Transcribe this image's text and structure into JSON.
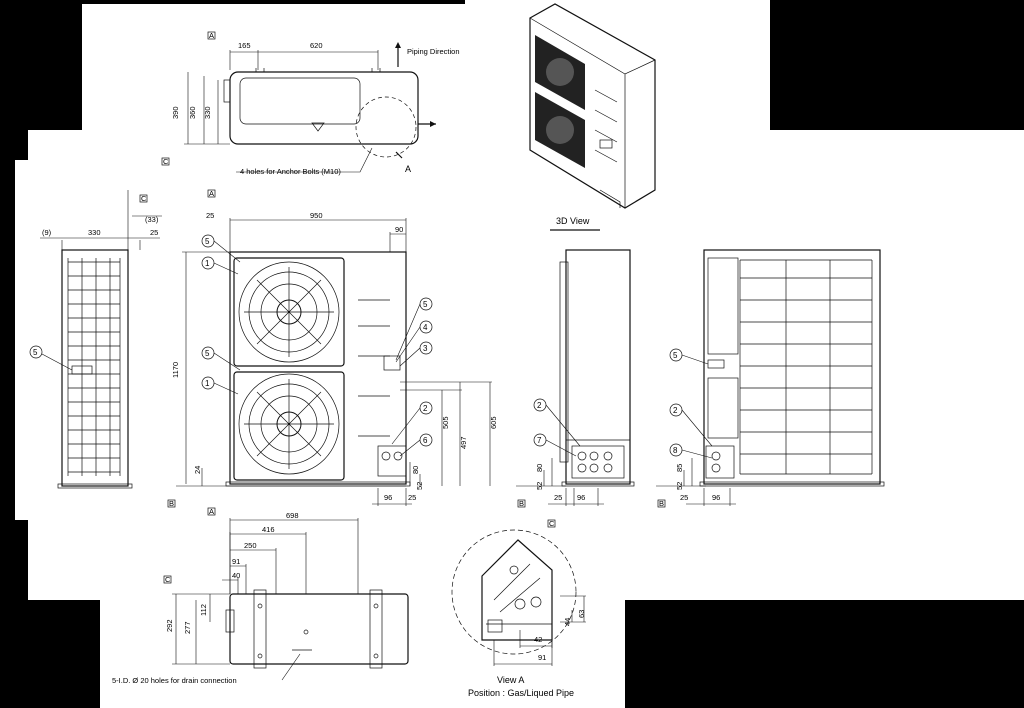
{
  "title": "",
  "top_view": {
    "dims": {
      "w165": "165",
      "w620": "620",
      "h390": "390",
      "h360": "360",
      "h330": "330"
    },
    "piping_direction": "Piping Direction",
    "anchor_note": "4 holes for Anchor Bolts (M10)",
    "view_marker": "A",
    "ref_a": "A",
    "ref_c": "C"
  },
  "view_3d_label": "3D View",
  "left_side_view": {
    "dims": {
      "d9": "(9)",
      "d330": "330",
      "d25": "25",
      "d33": "(33)"
    },
    "callout_5": "5",
    "ref_c": "C"
  },
  "front_view": {
    "dims": {
      "d25": "25",
      "d950": "950",
      "d90": "90",
      "h1170": "1170",
      "h24": "24",
      "h505": "505",
      "h497": "497",
      "h605": "605",
      "h80": "80",
      "h52": "52",
      "w96": "96",
      "w25": "25"
    },
    "callouts": [
      "5",
      "1",
      "5",
      "1",
      "5",
      "4",
      "3",
      "2",
      "6"
    ],
    "ref_a": "A",
    "ref_b": "B"
  },
  "right_side_view": {
    "dims": {
      "h80": "80",
      "h52": "52",
      "w25": "25",
      "w96": "96"
    },
    "callouts": [
      "2",
      "7"
    ],
    "ref_b": "B",
    "ref_c": "C"
  },
  "rear_view": {
    "dims": {
      "h85": "85",
      "h52": "52",
      "w25": "25",
      "w96": "96"
    },
    "callouts": [
      "5",
      "2",
      "8"
    ],
    "ref_b": "B"
  },
  "bottom_view": {
    "dims": {
      "w698": "698",
      "w416": "416",
      "w250": "250",
      "w91": "91",
      "w40": "40",
      "h292": "292",
      "h277": "277",
      "h112": "112"
    },
    "drain_note": "5-I.D.  Ø 20 holes for drain connection",
    "ref_a": "A",
    "ref_c": "C"
  },
  "detail_view": {
    "label": "View A",
    "position": "Position : Gas/Liqued Pipe",
    "dims": {
      "h63": "63",
      "h44": "44",
      "w42": "42",
      "w91": "91"
    }
  }
}
